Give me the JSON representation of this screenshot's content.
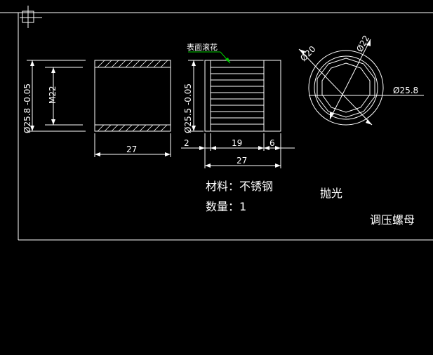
{
  "drawing": {
    "title": "调压螺母",
    "material": "材料：不锈钢",
    "quantity": "数量：1",
    "finish": "抛光",
    "knurl_note": "表面滚花",
    "left_view": {
      "dia_outer": "Ø25.8 -0.05",
      "dia_thread": "M22",
      "length": "27"
    },
    "middle_view": {
      "dia_outer": "Ø25.5 -0.05",
      "dim_left": "2",
      "dim_mid": "19",
      "dim_right": "6",
      "length": "27"
    },
    "right_view": {
      "dia_20": "Ø20",
      "dia_22": "Ø22",
      "dia_258": "Ø25.8"
    }
  },
  "colors": {
    "background": "#000000",
    "lines": "#ffffff",
    "leader": "#00cc00"
  }
}
